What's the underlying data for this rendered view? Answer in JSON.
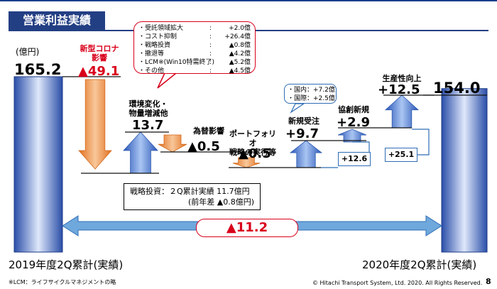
{
  "header": {
    "title": "営業利益実績"
  },
  "unit_label": "(億円)",
  "callouts": {
    "main_items": [
      {
        "label": "・受託領域拡大",
        "sep": ":",
        "value": "+2.0億"
      },
      {
        "label": "・コスト抑制",
        "sep": ":",
        "value": "+26.4億"
      },
      {
        "label": "・戦略投資",
        "sep": ":",
        "value": "▲0.8億"
      },
      {
        "label": "・撤退等",
        "sep": ":",
        "value": "▲4.2億"
      },
      {
        "label": "・LCM※(Win10特需終了)",
        "sep": ":",
        "value": "▲5.2億"
      },
      {
        "label": "・その他",
        "sep": ":",
        "value": "▲4.5億"
      }
    ],
    "new_orders_items": [
      "・国内：+7.2億",
      "・国際：+2.5億"
    ]
  },
  "note_box": {
    "line1": "戦略投資：２Q累計実績 11.7億円",
    "line2": "(前年差 ▲0.8億円)"
  },
  "small_boxes": {
    "a": "+12.6",
    "b": "+25.1"
  },
  "difference_label": "▲11.2",
  "footer": {
    "note": "※LCM：ライフサイクルマネジメントの略",
    "copyright": "© Hitachi Transport System, Ltd. 2020. All Rights Reserved.",
    "page": "8"
  },
  "colors": {
    "navy": "#233f84",
    "red": "#d9001b",
    "blue_bar": "#2f6db5",
    "orange": "#e8823a"
  },
  "chart_data": {
    "type": "bar",
    "subtype": "waterfall",
    "steps": [
      {
        "label": "2019年度2Q累計(実績)",
        "value": 165.2,
        "display": "165.2",
        "kind": "total",
        "label_color": "black"
      },
      {
        "label": "新型コロナ\n影響",
        "value": -49.1,
        "display": "▲49.1",
        "kind": "decrease",
        "label_color": "red"
      },
      {
        "label": "環境変化・\n物量増減他",
        "value": 13.7,
        "display": "13.7",
        "kind": "increase",
        "label_color": "black"
      },
      {
        "label": "為替影響",
        "value": -0.5,
        "display": "▲0.5",
        "kind": "decrease",
        "label_color": "black"
      },
      {
        "label": "ポートフォリオ\n戦略の実行等",
        "value": -0.5,
        "display": "▲0.5",
        "kind": "decrease",
        "label_color": "black"
      },
      {
        "label": "新規受注",
        "value": 9.7,
        "display": "+9.7",
        "kind": "increase",
        "label_color": "black"
      },
      {
        "label": "協創新規",
        "value": 2.9,
        "display": "+2.9",
        "kind": "increase",
        "label_color": "black"
      },
      {
        "label": "生産性向上",
        "value": 12.5,
        "display": "+12.5",
        "kind": "increase",
        "label_color": "black"
      },
      {
        "label": "2020年度2Q累計(実績)",
        "value": 154.0,
        "display": "154.0",
        "kind": "total",
        "label_color": "black"
      }
    ]
  }
}
